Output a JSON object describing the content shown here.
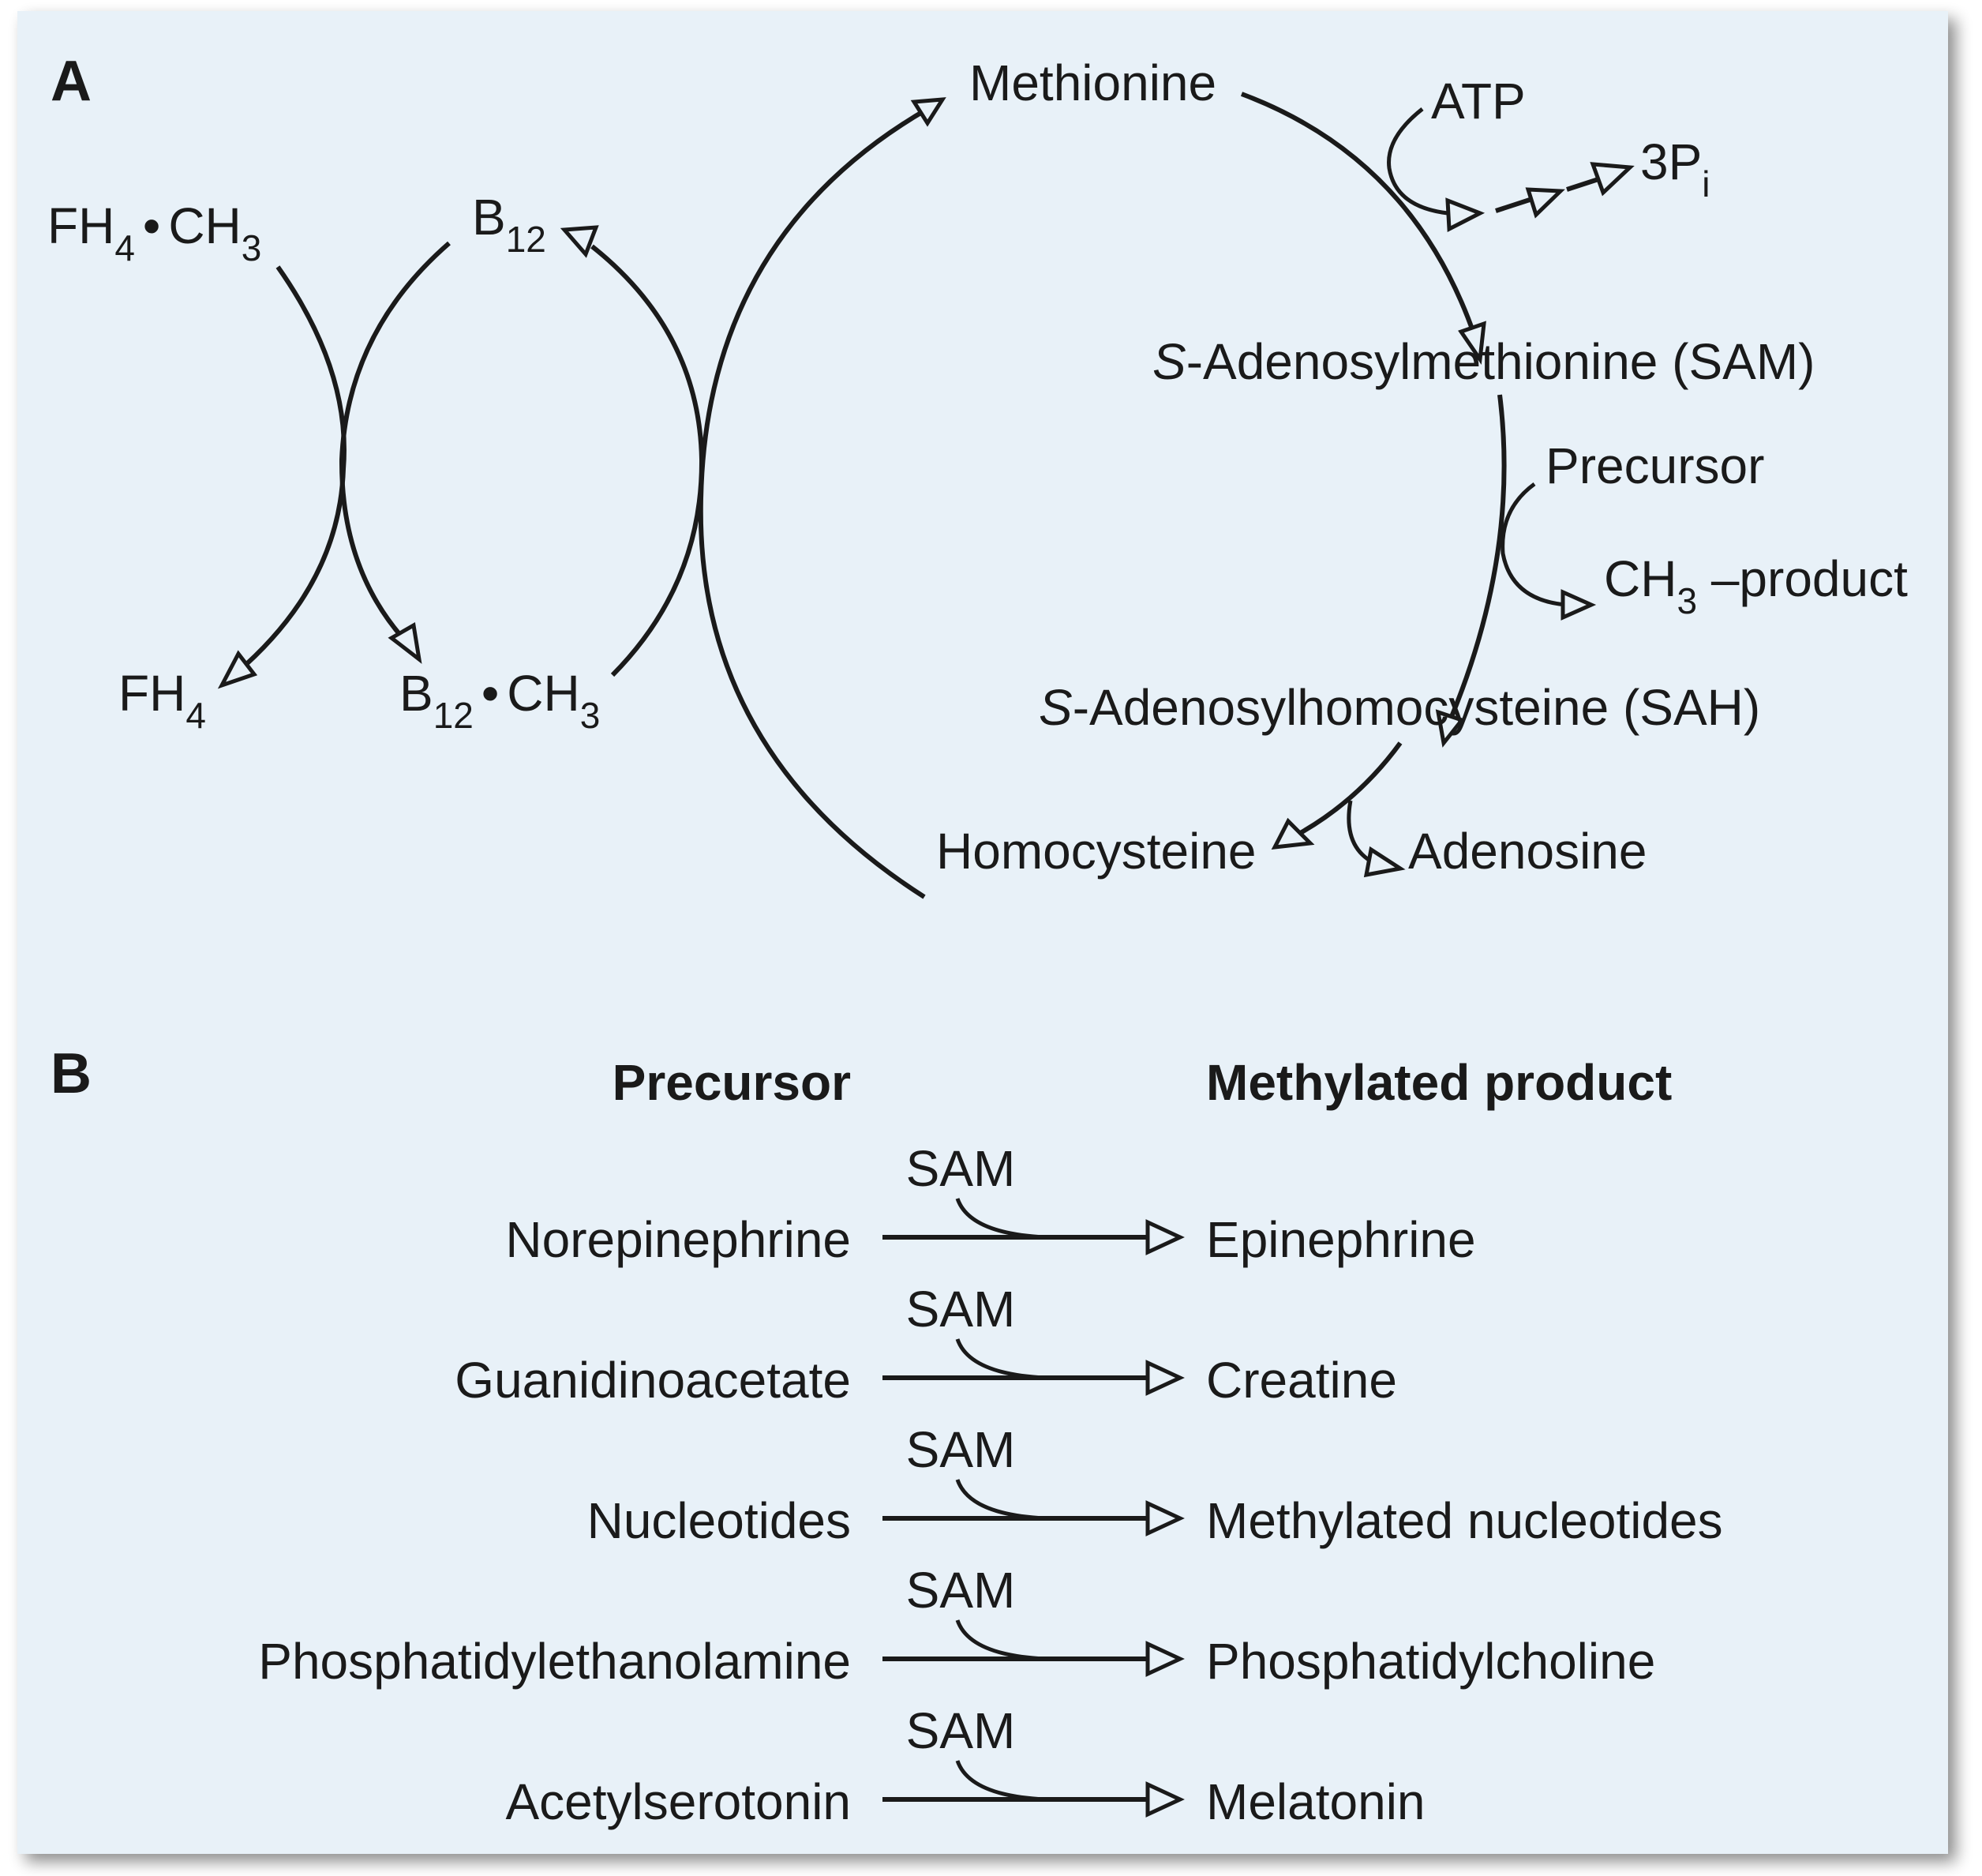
{
  "colors": {
    "panel_background": "#e8f1f8",
    "ink": "#1a1a1a",
    "shadow": "#9a9a9a"
  },
  "panel_a": {
    "letter": "A",
    "methionine": "Methionine",
    "atp": "ATP",
    "pi": {
      "main": "3P",
      "sub": "i"
    },
    "sam": {
      "italic": "S",
      "rest": "-Adenosylmethionine (SAM)"
    },
    "precursor": "Precursor",
    "ch3_product": {
      "main": "CH",
      "sub": "3",
      "rest": " –product"
    },
    "sah": {
      "italic": "S",
      "rest": "-Adenosylhomocysteine (SAH)"
    },
    "homocysteine": "Homocysteine",
    "adenosine": "Adenosine",
    "fh4_ch3": {
      "a": "FH",
      "a_sub": "4",
      "dot": "•",
      "b": "CH",
      "b_sub": "3"
    },
    "fh4": {
      "a": "FH",
      "a_sub": "4"
    },
    "b12": {
      "a": "B",
      "a_sub": "12"
    },
    "b12_ch3": {
      "a": "B",
      "a_sub": "12",
      "dot": "•",
      "b": "CH",
      "b_sub": "3"
    }
  },
  "panel_b": {
    "letter": "B",
    "header_precursor": "Precursor",
    "header_product": "Methylated product",
    "donor_label": "SAM",
    "reactions": [
      {
        "precursor": "Norepinephrine",
        "donor": "SAM",
        "product": "Epinephrine"
      },
      {
        "precursor": "Guanidinoacetate",
        "donor": "SAM",
        "product": "Creatine"
      },
      {
        "precursor": "Nucleotides",
        "donor": "SAM",
        "product": "Methylated nucleotides"
      },
      {
        "precursor": "Phosphatidylethanolamine",
        "donor": "SAM",
        "product": "Phosphatidylcholine"
      },
      {
        "precursor": "Acetylserotonin",
        "donor": "SAM",
        "product": "Melatonin"
      }
    ]
  }
}
